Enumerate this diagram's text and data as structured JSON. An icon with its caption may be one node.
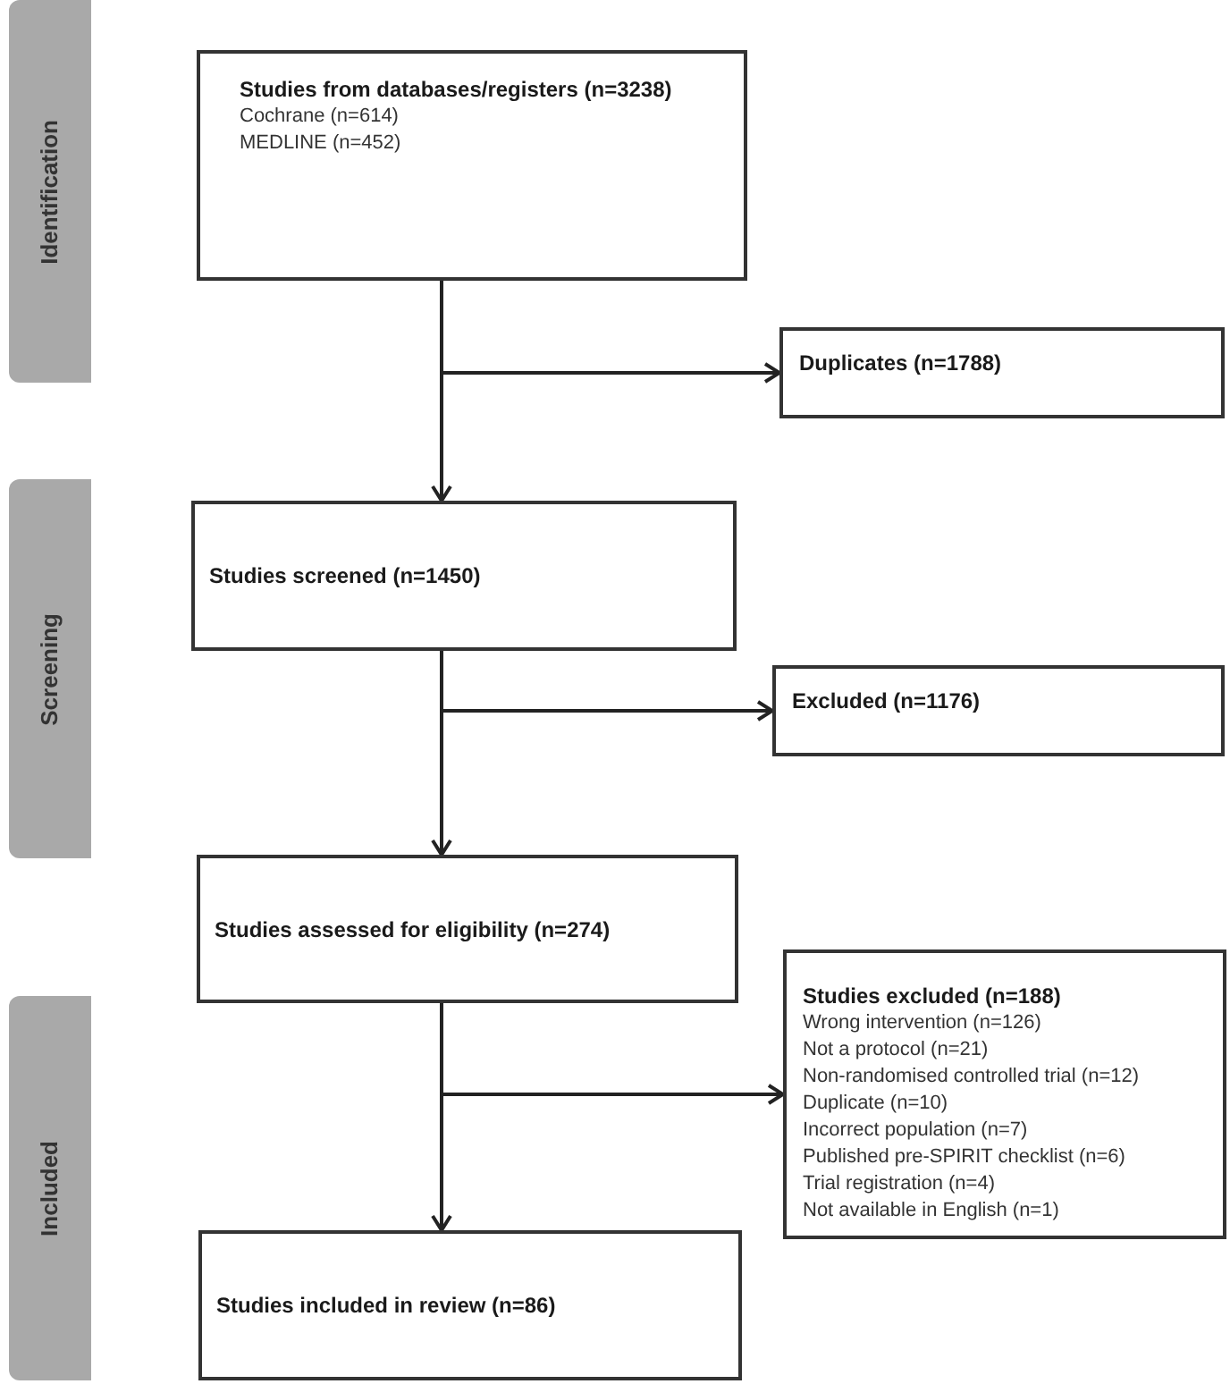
{
  "diagram": {
    "nodes": [
      {
        "text": [
          "Identification"
        ]
      },
      {
        "text": [
          "Studies from databases/registers (n=3238)",
          "Cochrane (n=614)",
          "MEDLINE (n=452)"
        ]
      },
      {
        "text": [
          "Duplicates (n=1788)"
        ]
      },
      {
        "text": [
          "Screening"
        ]
      },
      {
        "text": [
          "Studies screened (n=1450)"
        ]
      },
      {
        "text": [
          "Excluded (n=1176)"
        ]
      },
      {
        "text": [
          "Studies assessed for eligibility (n=274)"
        ]
      },
      {
        "text": [
          "Studies excluded (n=188)",
          "Wrong intervention (n=126)",
          "Not a protocol (n=21)",
          "Non-randomised controlled trial (n=12)",
          "Duplicate (n=10)",
          "Incorrect population (n=7)",
          "Published pre-SPIRIT checklist (n=6)",
          "Trial registration (n=4)",
          "Not available in English (n=1)"
        ]
      },
      {
        "text": [
          "Included"
        ]
      },
      {
        "text": [
          "Studies included in review (n=86)"
        ]
      }
    ],
    "edges": [
      {
        "from": 1,
        "to": 4,
        "arrow": "to"
      },
      {
        "from": 1,
        "to": 2,
        "arrow": "to"
      },
      {
        "from": 4,
        "to": 6,
        "arrow": "to"
      },
      {
        "from": 4,
        "to": 5,
        "arrow": "to"
      },
      {
        "from": 6,
        "to": 9,
        "arrow": "to"
      },
      {
        "from": 6,
        "to": 7,
        "arrow": "to"
      }
    ]
  }
}
